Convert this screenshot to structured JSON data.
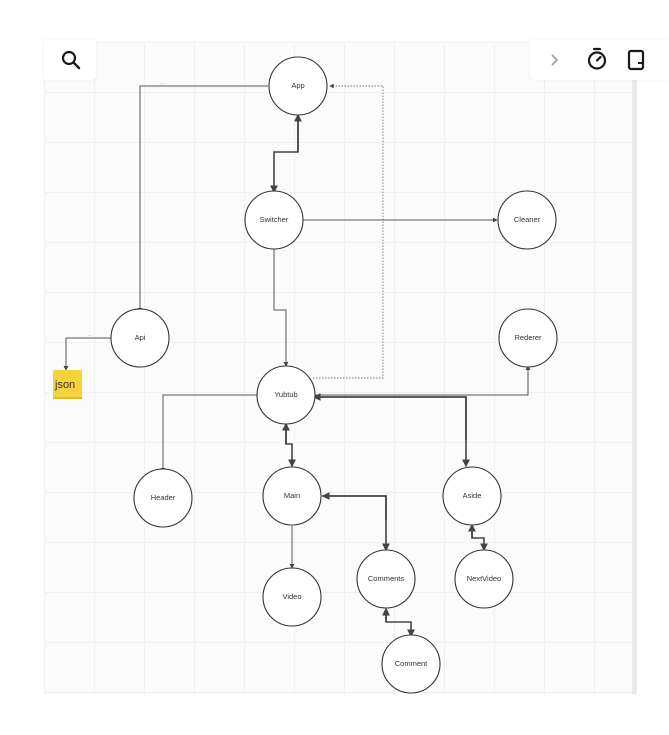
{
  "colors": {
    "sticky_note": "#f6d33c",
    "node_stroke": "#333333",
    "edge_stroke": "#555555",
    "toolbar_icon": "#1a1a1a"
  },
  "toolbar": {
    "left_icons": [
      "search-icon"
    ],
    "right_icons": [
      "chevron-right-icon",
      "stopwatch-icon",
      "frame-icon"
    ]
  },
  "nodes": {
    "app": "App",
    "switcher": "Switcher",
    "cleaner": "Cleaner",
    "api": "Api",
    "rederer": "Rederer",
    "yubtub": "Yubtub",
    "header": "Header",
    "main": "Main",
    "aside": "Aside",
    "video": "Video",
    "comments": "Comments",
    "nextvideo": "NextVideo",
    "comment": "Comment"
  },
  "sticky": {
    "text": "json"
  }
}
